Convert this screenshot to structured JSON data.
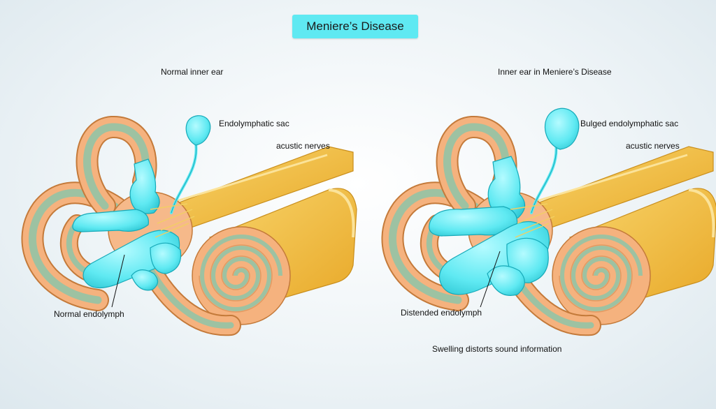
{
  "title": "Meniere’s Disease",
  "left_panel": {
    "heading": "Normal inner ear",
    "sac_label": "Endolymphatic sac",
    "nerves_label": "acustic nerves",
    "endolymph_label": "Normal endolymph"
  },
  "right_panel": {
    "heading": "Inner ear in Meniere’s Disease",
    "sac_label": "Bulged endolymphatic sac",
    "nerves_label": "acustic nerves",
    "endolymph_label": "Distended endolymph",
    "caption": "Swelling distorts sound information"
  },
  "colors": {
    "background": "#e4eef3",
    "title_box": "#5fe9f2",
    "bone_outer": "#f5b27e",
    "bone_stroke": "#c47a3a",
    "membrane": "#9dc2a2",
    "nerve": "#f4c242",
    "nerve_dark": "#d49a1e",
    "endolymph": "#5fe9f2",
    "endolymph_stroke": "#17a9b8"
  }
}
